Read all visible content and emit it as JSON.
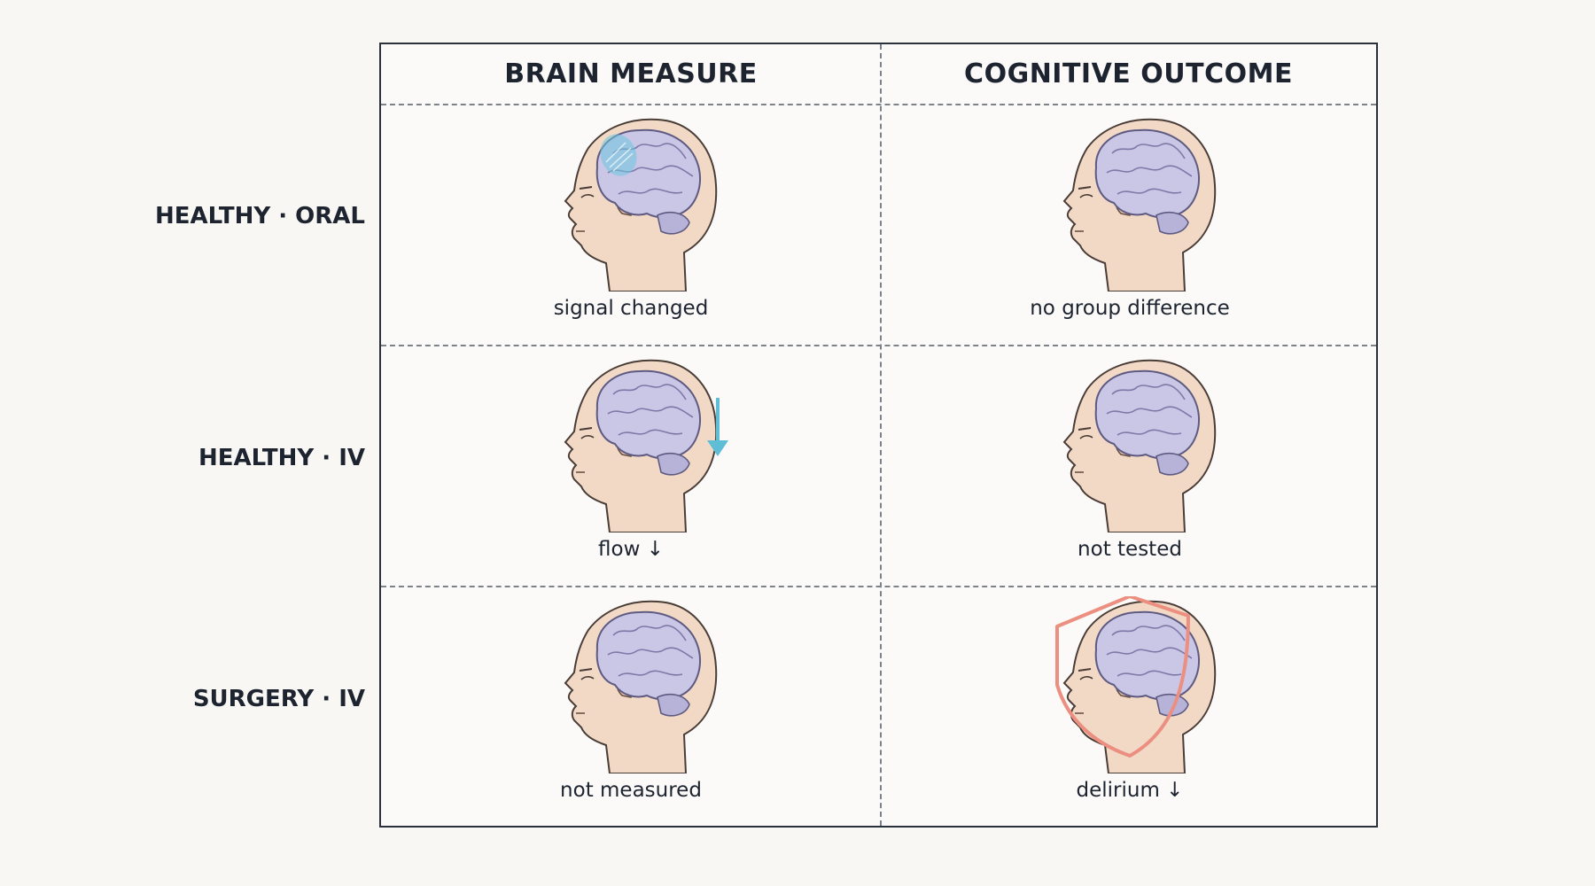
{
  "columns": [
    "BRAIN MEASURE",
    "COGNITIVE OUTCOME"
  ],
  "rows": [
    {
      "label": "HEALTHY · ORAL",
      "cells": [
        {
          "caption": "signal changed",
          "marker": "highlight-region"
        },
        {
          "caption": "no group difference",
          "marker": "none"
        }
      ]
    },
    {
      "label": "HEALTHY · IV",
      "cells": [
        {
          "caption": "flow ↓",
          "marker": "down-arrow"
        },
        {
          "caption": "not tested",
          "marker": "none"
        }
      ]
    },
    {
      "label": "SURGERY · IV",
      "cells": [
        {
          "caption": "not measured",
          "marker": "none"
        },
        {
          "caption": "delirium ↓",
          "marker": "shield"
        }
      ]
    }
  ],
  "colors": {
    "skin": "#f1d9c6",
    "brain": "#c9c6e6",
    "highlight": "#6cc6dc",
    "arrow": "#5fbdd6",
    "shield": "#ec8f80",
    "frame": "#2a313b"
  },
  "icons": [
    "head-profile-icon",
    "brain-icon",
    "down-arrow-icon",
    "shield-icon"
  ]
}
